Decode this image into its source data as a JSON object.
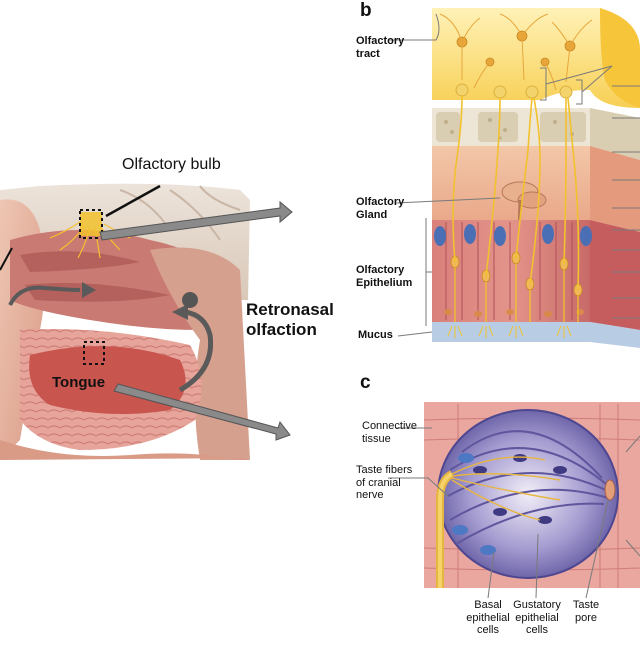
{
  "panel_b": {
    "letter": "b",
    "labels": {
      "olfactory_tract": [
        "Olfactory",
        "tract"
      ],
      "olfactory_gland": [
        "Olfactory",
        "Gland"
      ],
      "olfactory_epithelium": [
        "Olfactory",
        "Epithelium"
      ],
      "mucus": "Mucus"
    }
  },
  "panel_c": {
    "letter": "c",
    "labels": {
      "connective_tissue": [
        "Connective",
        "tissue"
      ],
      "taste_fibers": [
        "Taste fibers",
        "of cranial",
        "nerve"
      ],
      "basal_cells": [
        "Basal",
        "epithelial",
        "cells"
      ],
      "gustatory_cells": [
        "Gustatory",
        "epithelial",
        "cells"
      ],
      "taste_pore": [
        "Taste",
        "pore"
      ]
    }
  },
  "panel_a": {
    "olfactory_bulb": "Olfactory bulb",
    "tongue": "Tongue",
    "retronasal": [
      "Retronasal",
      "olfaction"
    ]
  },
  "colors": {
    "skin": "#e9b7a2",
    "cavity": "#c9766f",
    "tongue": "#c9554f",
    "nerve_yellow": "#f2c12e",
    "mucus_blue": "#b8cde3",
    "bud_purple": "#7d74b8",
    "arrow_gray": "#8a8a8a"
  }
}
